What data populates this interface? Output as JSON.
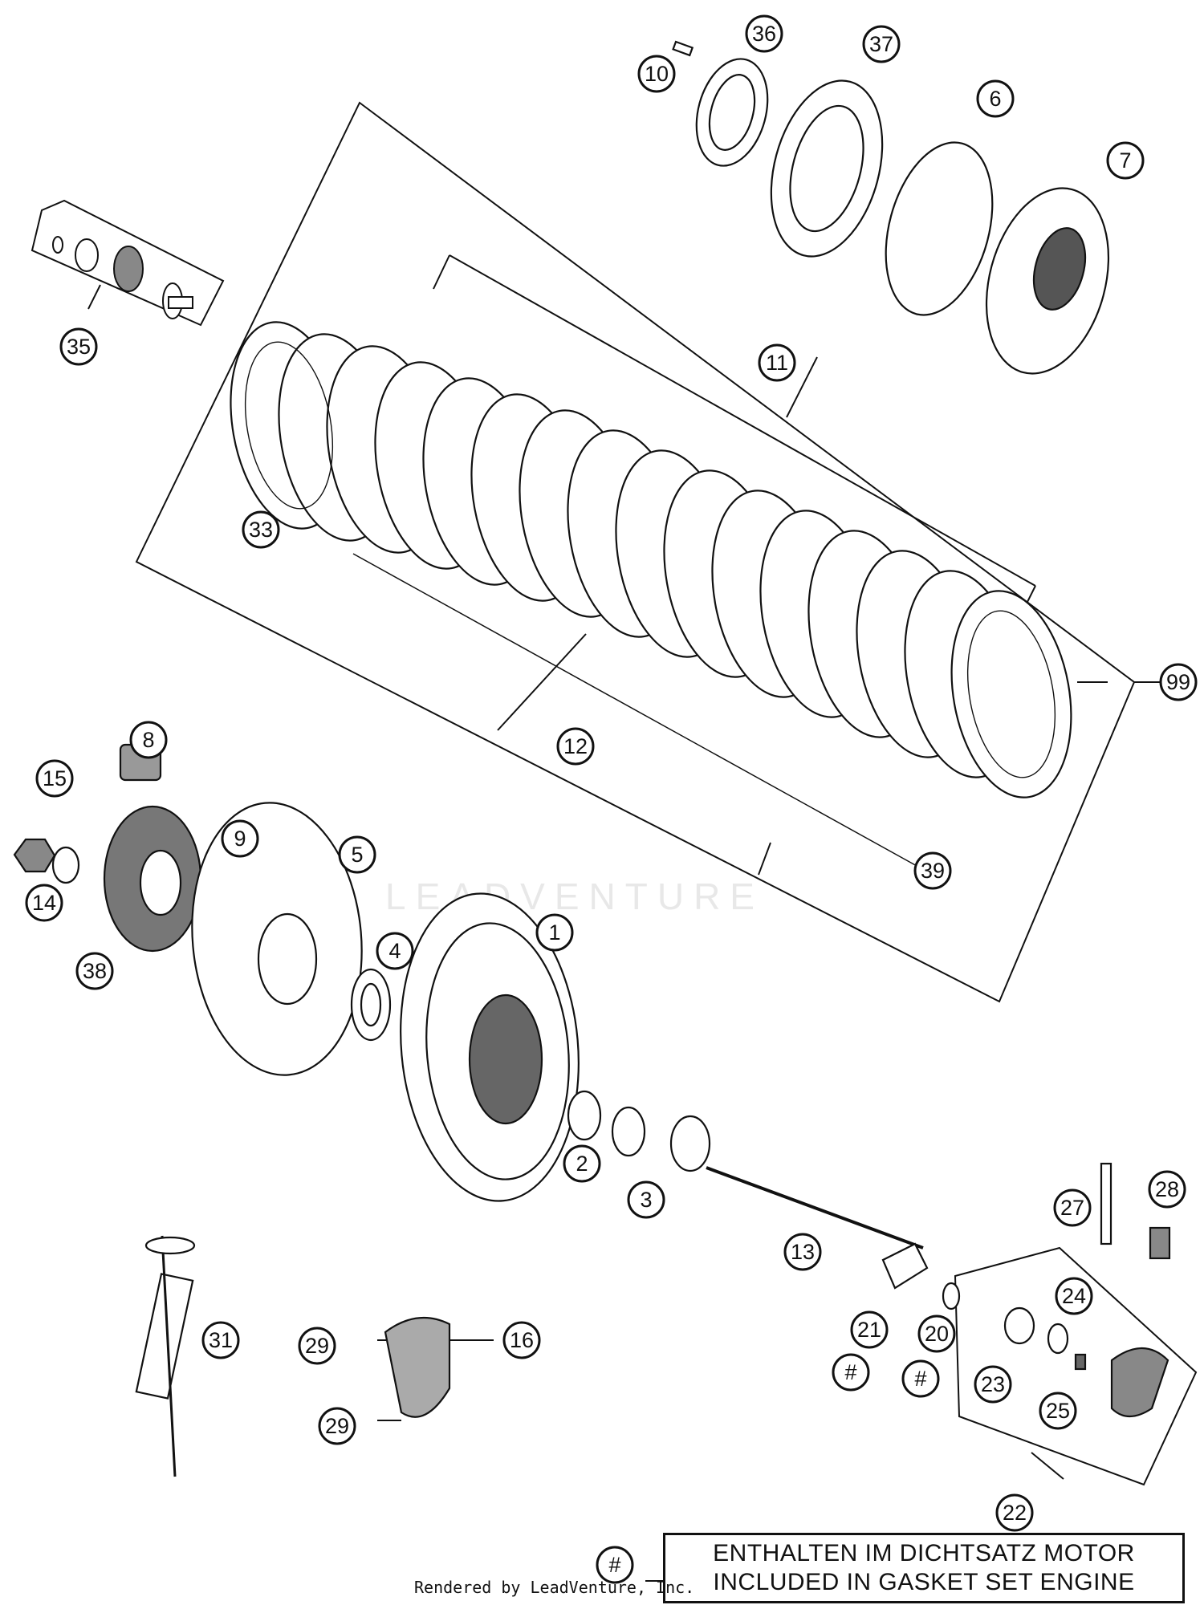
{
  "callouts": {
    "c1": "1",
    "c2": "2",
    "c3": "3",
    "c4": "4",
    "c5": "5",
    "c6": "6",
    "c7": "7",
    "c8": "8",
    "c9": "9",
    "c10": "10",
    "c11": "11",
    "c12": "12",
    "c13": "13",
    "c14": "14",
    "c15": "15",
    "c16": "16",
    "c20": "20",
    "c21": "21",
    "c22": "22",
    "c23": "23",
    "c24": "24",
    "c25": "25",
    "c27": "27",
    "c28": "28",
    "c29a": "29",
    "c29b": "29",
    "c31": "31",
    "c33": "33",
    "c35": "35",
    "c36": "36",
    "c37": "37",
    "c38": "38",
    "c39": "39",
    "c99": "99",
    "hash21": "#",
    "hash20": "#",
    "hashLegend": "#"
  },
  "legend": {
    "line1": "ENTHALTEN IM DICHTSATZ MOTOR",
    "line2": "INCLUDED IN GASKET SET ENGINE"
  },
  "footer": "Rendered by LeadVenture, Inc.",
  "watermark": "LEADVENTURE"
}
